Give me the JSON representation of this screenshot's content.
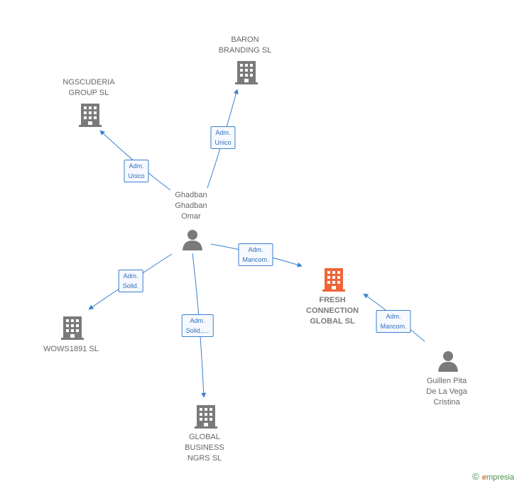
{
  "colors": {
    "company": "#7a7a7a",
    "highlight": "#f06438",
    "person": "#7a7a7a",
    "edge": "#3a80d0"
  },
  "nodes": [
    {
      "id": "baron",
      "kind": "company",
      "label": "BARON\nBRANDING  SL"
    },
    {
      "id": "ngscuderia",
      "kind": "company",
      "label": "NGSCUDERIA\nGROUP  SL"
    },
    {
      "id": "ghadban",
      "kind": "person",
      "label": "Ghadban\nGhadban\nOmar"
    },
    {
      "id": "fresh",
      "kind": "company-highlight",
      "label": "FRESH\nCONNECTION\nGLOBAL  SL"
    },
    {
      "id": "wows",
      "kind": "company",
      "label": "WOWS1891  SL"
    },
    {
      "id": "global",
      "kind": "company",
      "label": "GLOBAL\nBUSINESS\nNGRS  SL"
    },
    {
      "id": "guillen",
      "kind": "person",
      "label": "Guillen Pita\nDe La Vega\nCristina"
    }
  ],
  "edges": [
    {
      "id": "e-baron",
      "label": "Adm.\nUnico"
    },
    {
      "id": "e-ngscuderia",
      "label": "Adm.\nUnico"
    },
    {
      "id": "e-fresh",
      "label": "Adm.\nMancom."
    },
    {
      "id": "e-wows",
      "label": "Adm.\nSolid."
    },
    {
      "id": "e-global",
      "label": "Adm.\nSolid.,..."
    },
    {
      "id": "e-guillen",
      "label": "Adm.\nMancom."
    }
  ],
  "footer": {
    "copyright": "©",
    "brand_first": "e",
    "brand_rest": "mpresia"
  }
}
